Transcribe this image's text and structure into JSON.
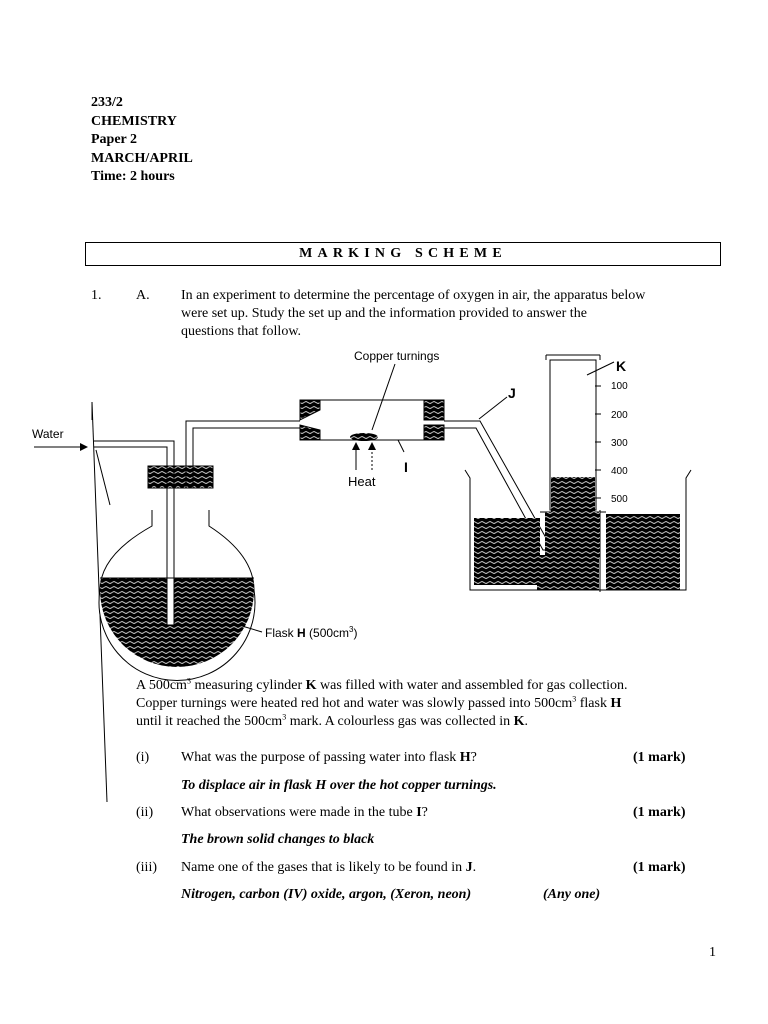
{
  "header": {
    "code": "233/2",
    "subject": "CHEMISTRY",
    "paper": "Paper 2",
    "session": "MARCH/APRIL",
    "time": "Time: 2 hours"
  },
  "banner": "MARKING SCHEME",
  "question": {
    "number": "1.",
    "part": "A.",
    "intro_line1": "In an experiment to determine the percentage of oxygen in air, the apparatus below",
    "intro_line2": "were set up.  Study the set up and the information provided to answer the",
    "intro_line3": "questions that follow."
  },
  "diagram": {
    "copper_label": "Copper turnings",
    "water_label": "Water",
    "heat_label": "Heat",
    "label_I": "I",
    "label_J": "J",
    "label_K": "K",
    "flask_label_pre": "Flask ",
    "flask_label_bold": "H",
    "flask_label_post": " (500cm",
    "flask_label_sup": "3",
    "flask_label_end": ")",
    "scale": [
      "100",
      "200",
      "300",
      "400",
      "500"
    ]
  },
  "info": {
    "l1a": "A 500cm",
    "l1sup": "3",
    "l1b": " measuring cylinder ",
    "l1K": "K",
    "l1c": " was filled with water and assembled for gas collection.",
    "l2a": "Copper turnings were heated red hot and water was slowly passed into 500cm",
    "l2sup": "3",
    "l2b": " flask ",
    "l2H": "H",
    "l3a": "until it reached the 500cm",
    "l3sup": "3",
    "l3b": " mark.  A colourless gas was collected in ",
    "l3K": "K",
    "l3c": "."
  },
  "items": [
    {
      "num": "(i)",
      "q_pre": "What was the purpose of passing water into flask ",
      "q_bold": "H",
      "q_post": "?",
      "marks": "(1 mark)",
      "answer": "To displace air in flask H over the hot copper turnings."
    },
    {
      "num": "(ii)",
      "q_pre": "What observations were made in the tube ",
      "q_bold": "I",
      "q_post": "?",
      "marks": "(1 mark)",
      "answer": "The brown solid changes to black"
    },
    {
      "num": "(iii)",
      "q_pre": "Name one of the gases that is likely to be found in ",
      "q_bold": "J",
      "q_post": ".",
      "marks": "(1 mark)",
      "answer": "Nitrogen, carbon (IV) oxide, argon, (Xeron, neon)",
      "answer_note": "(Any one)"
    }
  ],
  "page_number": "1"
}
